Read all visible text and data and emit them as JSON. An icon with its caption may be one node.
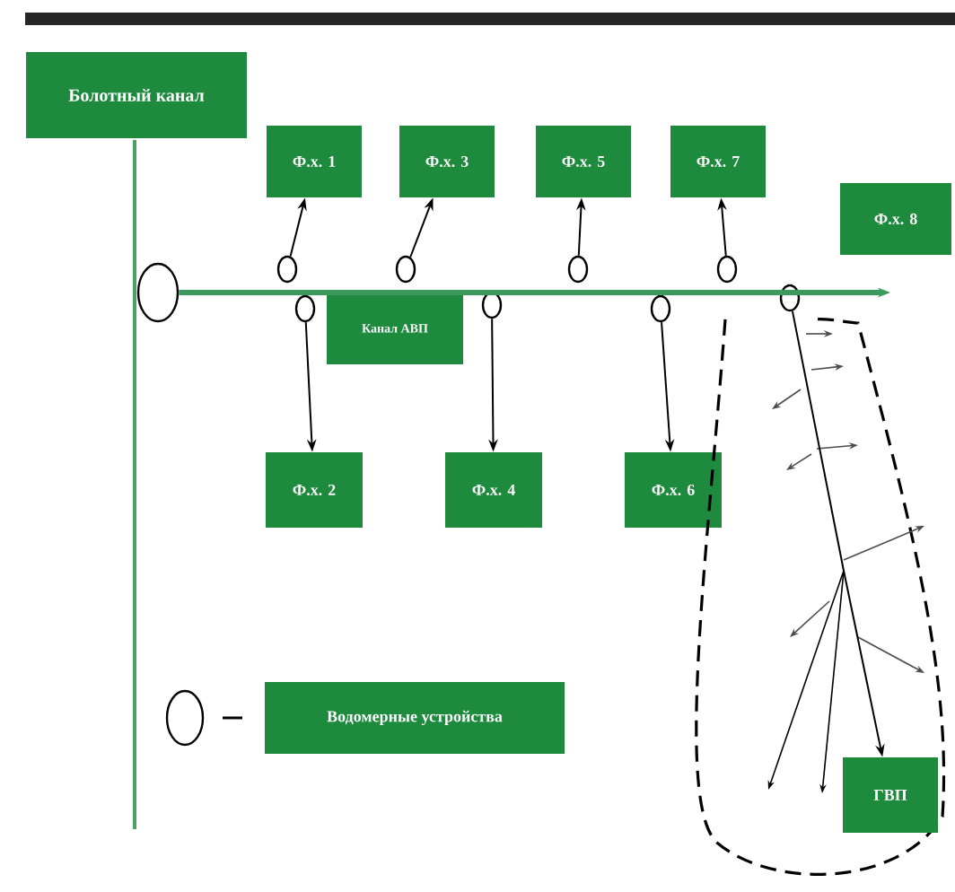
{
  "diagram": {
    "nodes": [
      {
        "text": [
          "Болотный канал"
        ]
      },
      {
        "text": [],
        "shape": "circle"
      },
      {
        "text": [
          "Ф.х. 1"
        ]
      },
      {
        "text": [
          "Ф.х. 3"
        ]
      },
      {
        "text": [
          "Ф.х. 5"
        ]
      },
      {
        "text": [
          "Ф.х. 7"
        ]
      },
      {
        "text": [
          "Ф.х. 8"
        ]
      },
      {
        "text": [],
        "shape": "circle"
      },
      {
        "text": [],
        "shape": "circle"
      },
      {
        "text": [],
        "shape": "circle"
      },
      {
        "text": [],
        "shape": "circle"
      },
      {
        "text": [],
        "shape": "circle"
      },
      {
        "text": [],
        "shape": "circle"
      },
      {
        "text": [],
        "shape": "circle"
      },
      {
        "text": [],
        "shape": "circle"
      },
      {
        "text": [
          "Канал АВП"
        ]
      },
      {
        "text": [
          "Ф.х. 2"
        ]
      },
      {
        "text": [
          "Ф.х. 4"
        ]
      },
      {
        "text": [
          "Ф.х. 6"
        ]
      },
      {
        "text": [],
        "shape": "oval"
      },
      {
        "text": [
          "ГВП"
        ],
        "in": 19
      }
    ],
    "edges": [
      {
        "from": 1,
        "to": null,
        "arrow": "to",
        "style": "thick",
        "color": "#3c9a5f"
      },
      {
        "from": 7,
        "to": 2,
        "arrow": "to"
      },
      {
        "from": 9,
        "to": 3,
        "arrow": "to"
      },
      {
        "from": 11,
        "to": 4,
        "arrow": "to"
      },
      {
        "from": 13,
        "to": 5,
        "arrow": "to"
      },
      {
        "from": 8,
        "to": 16,
        "arrow": "to"
      },
      {
        "from": 10,
        "to": 17,
        "arrow": "to"
      },
      {
        "from": 12,
        "to": 18,
        "arrow": "to"
      },
      {
        "from": 14,
        "to": 20,
        "arrow": "to"
      }
    ],
    "legend": [
      {
        "text": "Водомерные устройства"
      }
    ]
  }
}
